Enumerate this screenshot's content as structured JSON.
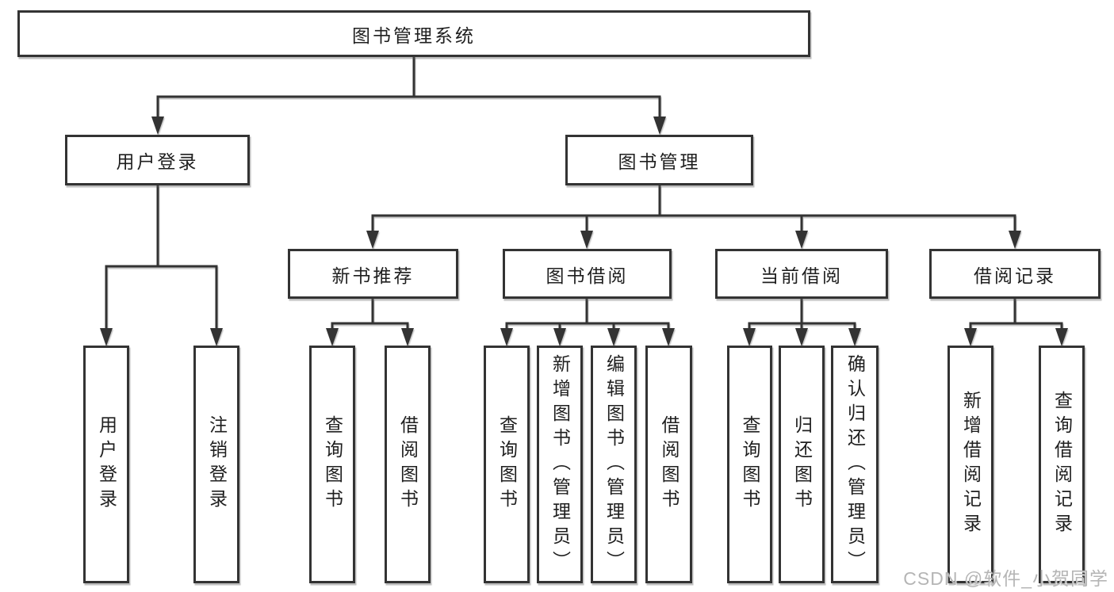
{
  "watermark": "CSDN @软件_小贺同学",
  "colors": {
    "line": "#333333",
    "box_border": "#333333",
    "text": "#1f1f1f",
    "watermark": "#b5b5b5",
    "background": "#ffffff"
  },
  "nodes": {
    "root": "图书管理系统",
    "userLogin": "用户登录",
    "bookManagement": "图书管理",
    "userLoginChildren": [
      "用户登录",
      "注销登录"
    ],
    "sections": [
      {
        "label": "新书推荐",
        "children": [
          "查询图书",
          "借阅图书"
        ]
      },
      {
        "label": "图书借阅",
        "children": [
          "查询图书",
          "新增图书（管理员）",
          "编辑图书（管理员）",
          "借阅图书"
        ]
      },
      {
        "label": "当前借阅",
        "children": [
          "查询图书",
          "归还图书",
          "确认归还（管理员）"
        ]
      },
      {
        "label": "借阅记录",
        "children": [
          "新增借阅记录",
          "查询借阅记录"
        ]
      }
    ]
  }
}
